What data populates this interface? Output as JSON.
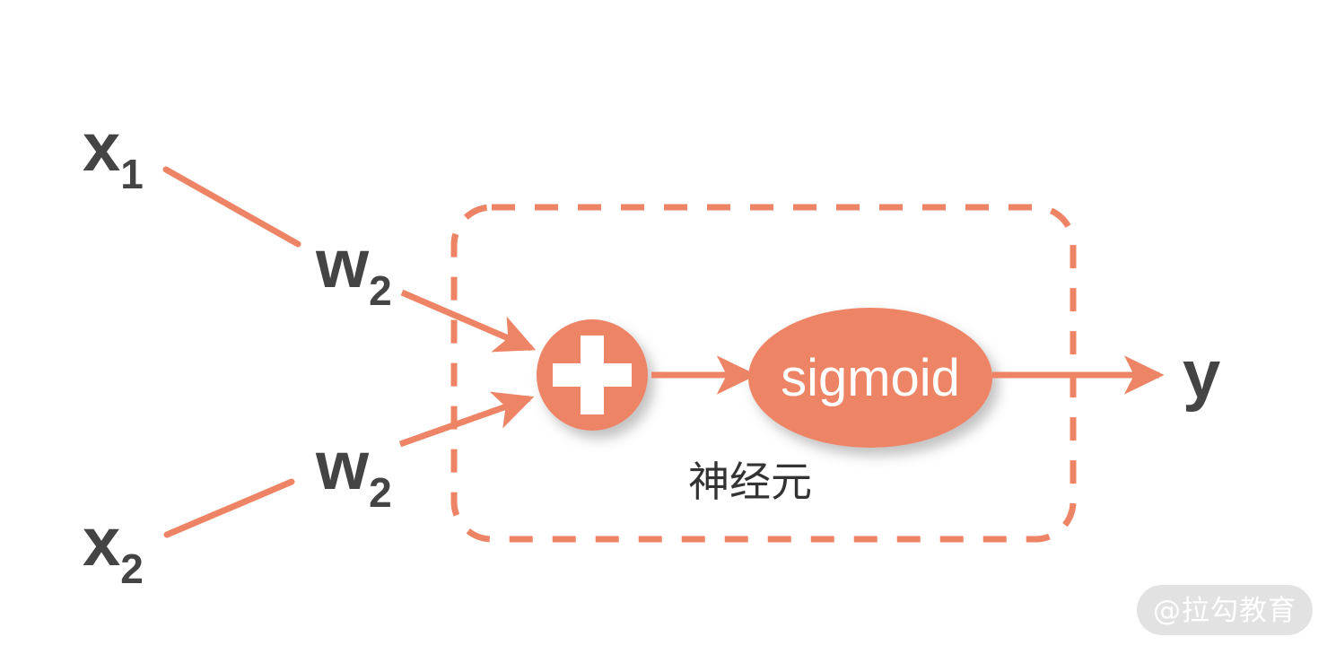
{
  "diagram": {
    "title": "Artificial neuron (perceptron) schematic",
    "background_color": "#ffffff",
    "accent_color": "#ee8466",
    "text_color": "#444444",
    "node_text_color": "#ffffff",
    "inputs": [
      {
        "id": "x1",
        "base": "x",
        "sub": "1"
      },
      {
        "id": "x2",
        "base": "x",
        "sub": "2"
      }
    ],
    "weights": [
      {
        "id": "w-top",
        "base": "w",
        "sub": "2"
      },
      {
        "id": "w-bottom",
        "base": "w",
        "sub": "2"
      }
    ],
    "summation": {
      "symbol": "+",
      "name": "summation-node"
    },
    "activation": {
      "label": "sigmoid",
      "name": "activation-node"
    },
    "boundary": {
      "label": "神经元",
      "style": "dashed"
    },
    "output": {
      "base": "y",
      "sub": ""
    },
    "watermark": {
      "text": "@拉勾教育",
      "bg_color": "#e0e0e0"
    }
  }
}
